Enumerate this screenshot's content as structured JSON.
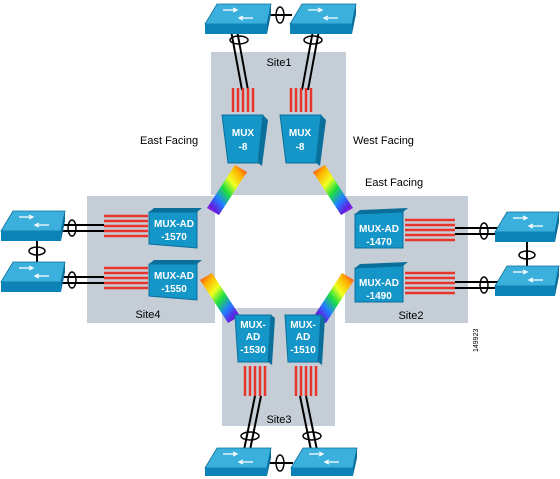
{
  "sites": {
    "site1": "Site1",
    "site2": "Site2",
    "site3": "Site3",
    "site4": "Site4"
  },
  "labels": {
    "east_facing_site1": "East Facing",
    "west_facing_site1": "West Facing",
    "east_facing_site2": "East Facing",
    "figure_id": "149923"
  },
  "muxes": {
    "site1_left": [
      "MUX",
      "-8"
    ],
    "site1_right": [
      "MUX",
      "-8"
    ],
    "site2_top": [
      "MUX-AD",
      "-1470"
    ],
    "site2_bottom": [
      "MUX-AD",
      "-1490"
    ],
    "site3_left": [
      "MUX-",
      "AD",
      "-1530"
    ],
    "site3_right": [
      "MUX-",
      "AD",
      "-1510"
    ],
    "site4_top": [
      "MUX-AD",
      "-1570"
    ],
    "site4_bottom": [
      "MUX-AD",
      "-1550"
    ]
  },
  "colors": {
    "site_box": "#c5ced6",
    "device_blue": "#1596c8",
    "device_dark": "#0b6f9c",
    "fiber_red": "#e8352b"
  },
  "icons": {
    "switch": "switch-icon",
    "etherchannel": "etherchannel-ellipse-icon",
    "optical_ring": "rainbow-fiber-icon"
  }
}
